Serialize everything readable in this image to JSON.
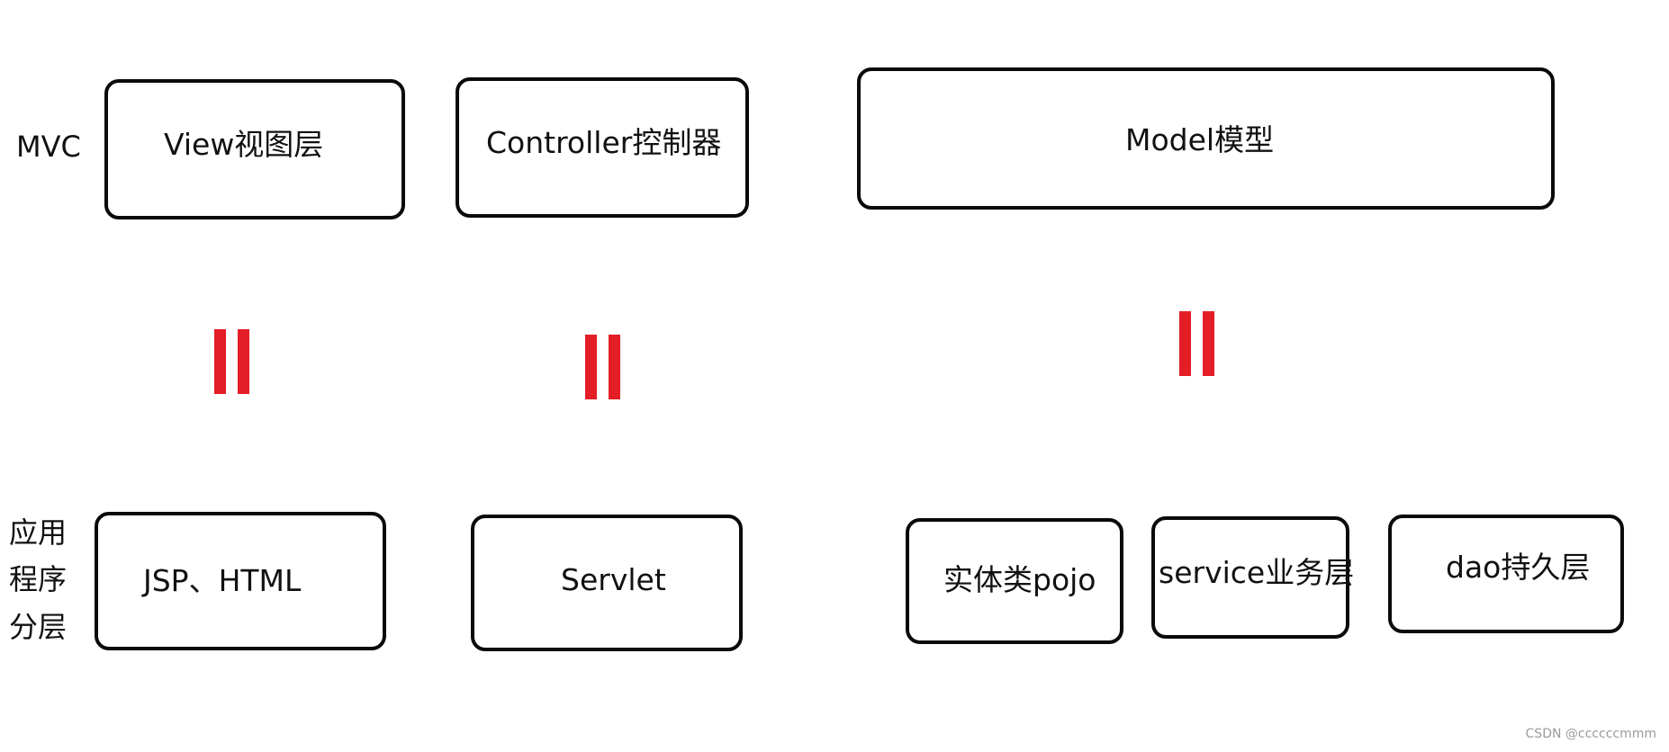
{
  "row_labels": {
    "top": "MVC",
    "bottom_lines": [
      "应用",
      "程序",
      "分层"
    ]
  },
  "mvc_boxes": {
    "view": "View视图层",
    "controller": "Controller控制器",
    "model": "Model模型"
  },
  "layer_boxes": {
    "view_impl": "JSP、HTML",
    "controller_impl": "Servlet",
    "entity": "实体类pojo",
    "service": "service业务层",
    "dao": "dao持久层"
  },
  "colors": {
    "equals_sign": "#e41e26",
    "box_border": "#0a0a0a"
  },
  "watermark": "CSDN @ccccccmmm"
}
